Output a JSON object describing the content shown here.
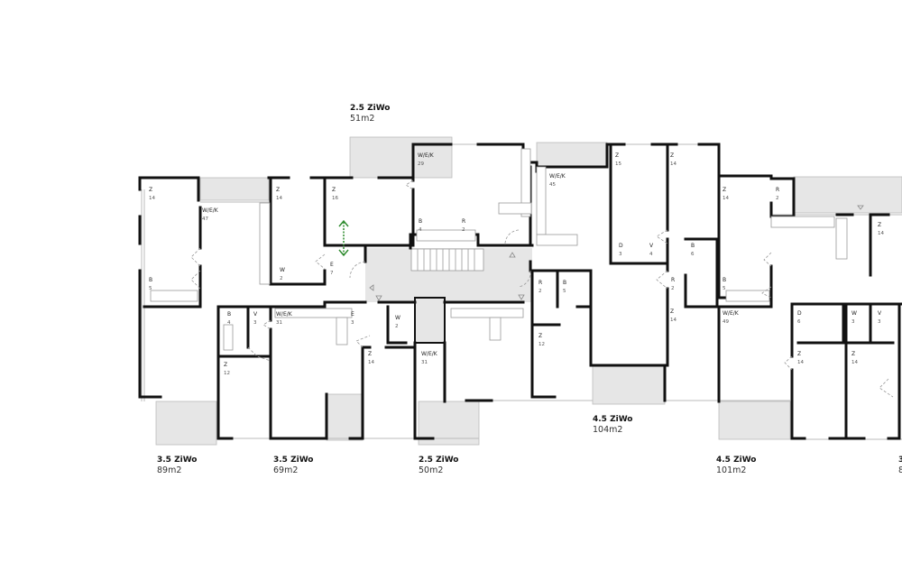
{
  "apartments": [
    {
      "type": "2.5 ZiWo",
      "area": "51m2"
    },
    {
      "type": "3.5 ZiWo",
      "area": "89m2"
    },
    {
      "type": "3.5 ZiWo",
      "area": "69m2"
    },
    {
      "type": "2.5 ZiWo",
      "area": "50m2"
    },
    {
      "type": "4.5 ZiWo",
      "area": "104m2"
    },
    {
      "type": "4.5 ZiWo",
      "area": "101m2"
    },
    {
      "type": "3",
      "area": "8"
    }
  ],
  "rooms": [
    {
      "name": "Z",
      "area": "14"
    },
    {
      "name": "W/E/K",
      "area": "47"
    },
    {
      "name": "Z",
      "area": "14"
    },
    {
      "name": "Z",
      "area": "16"
    },
    {
      "name": "W",
      "area": "2"
    },
    {
      "name": "E",
      "area": "7"
    },
    {
      "name": "B",
      "area": "5"
    },
    {
      "name": "W/E/K",
      "area": "29"
    },
    {
      "name": "B",
      "area": "4"
    },
    {
      "name": "R",
      "area": "2"
    },
    {
      "name": "W/E/K",
      "area": "45"
    },
    {
      "name": "Z",
      "area": "15"
    },
    {
      "name": "Z",
      "area": "14"
    },
    {
      "name": "D",
      "area": "3"
    },
    {
      "name": "V",
      "area": "4"
    },
    {
      "name": "B",
      "area": "6"
    },
    {
      "name": "R",
      "area": "2"
    },
    {
      "name": "Z",
      "area": "14"
    },
    {
      "name": "B",
      "area": "5"
    },
    {
      "name": "R",
      "area": "2"
    },
    {
      "name": "Z",
      "area": "14"
    },
    {
      "name": "B",
      "area": "4"
    },
    {
      "name": "V",
      "area": "3"
    },
    {
      "name": "W/E/K",
      "area": "31"
    },
    {
      "name": "E",
      "area": "3"
    },
    {
      "name": "W",
      "area": "2"
    },
    {
      "name": "Z",
      "area": "12"
    },
    {
      "name": "Z",
      "area": "14"
    },
    {
      "name": "W/E/K",
      "area": "31"
    },
    {
      "name": "R",
      "area": "2"
    },
    {
      "name": "B",
      "area": "5"
    },
    {
      "name": "Z",
      "area": "12"
    },
    {
      "name": "Z",
      "area": "14"
    },
    {
      "name": "W/E/K",
      "area": "49"
    },
    {
      "name": "D",
      "area": "6"
    },
    {
      "name": "W",
      "area": "3"
    },
    {
      "name": "V",
      "area": "3"
    },
    {
      "name": "Z",
      "area": "14"
    },
    {
      "name": "Z",
      "area": "14"
    }
  ],
  "colors": {
    "wall": "#111111",
    "balcony": "#e6e6e6",
    "arrow": "#2e8b2e"
  }
}
